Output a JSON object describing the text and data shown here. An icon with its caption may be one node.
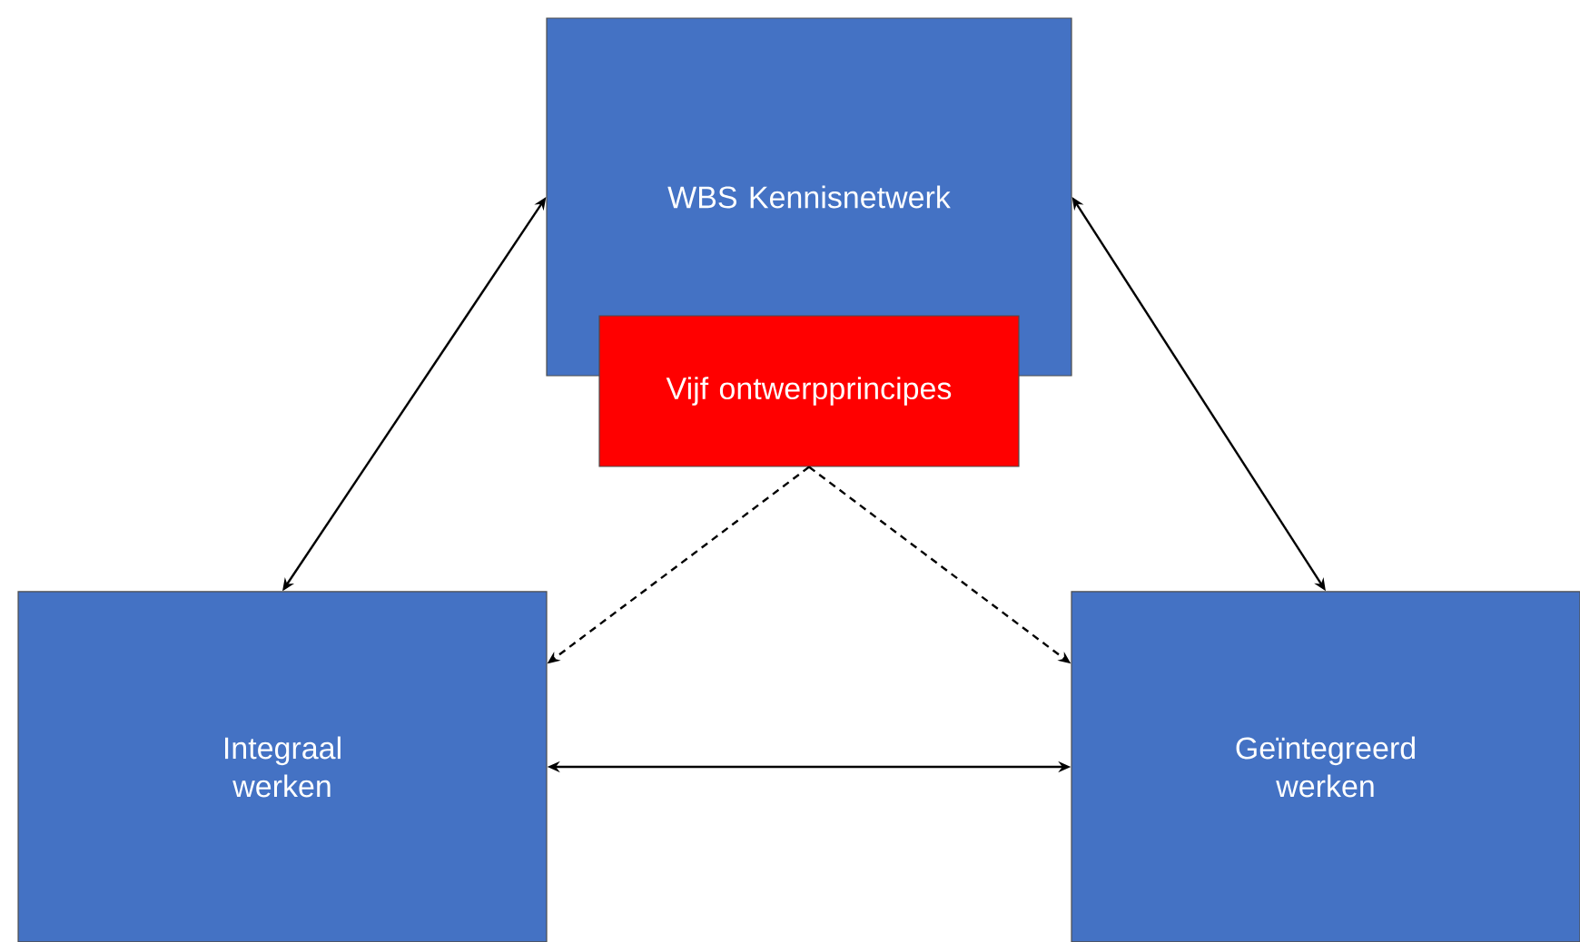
{
  "diagram": {
    "nodes": [
      {
        "text": [
          "WBS Kennisnetwerk"
        ]
      },
      {
        "text": [
          "Vijf ontwerpprincipes"
        ]
      },
      {
        "text": [
          "Integraal werken"
        ]
      },
      {
        "text": [
          "Geïntegreerd werken"
        ]
      }
    ],
    "edges": [
      {
        "from": 0,
        "to": 2,
        "arrow": "both"
      },
      {
        "from": 0,
        "to": 3,
        "arrow": "both"
      },
      {
        "from": 1,
        "to": 2,
        "arrow": "to",
        "style": "dashed"
      },
      {
        "from": 1,
        "to": 3,
        "arrow": "to",
        "style": "dashed"
      },
      {
        "from": 2,
        "to": 3,
        "arrow": "both"
      }
    ]
  }
}
